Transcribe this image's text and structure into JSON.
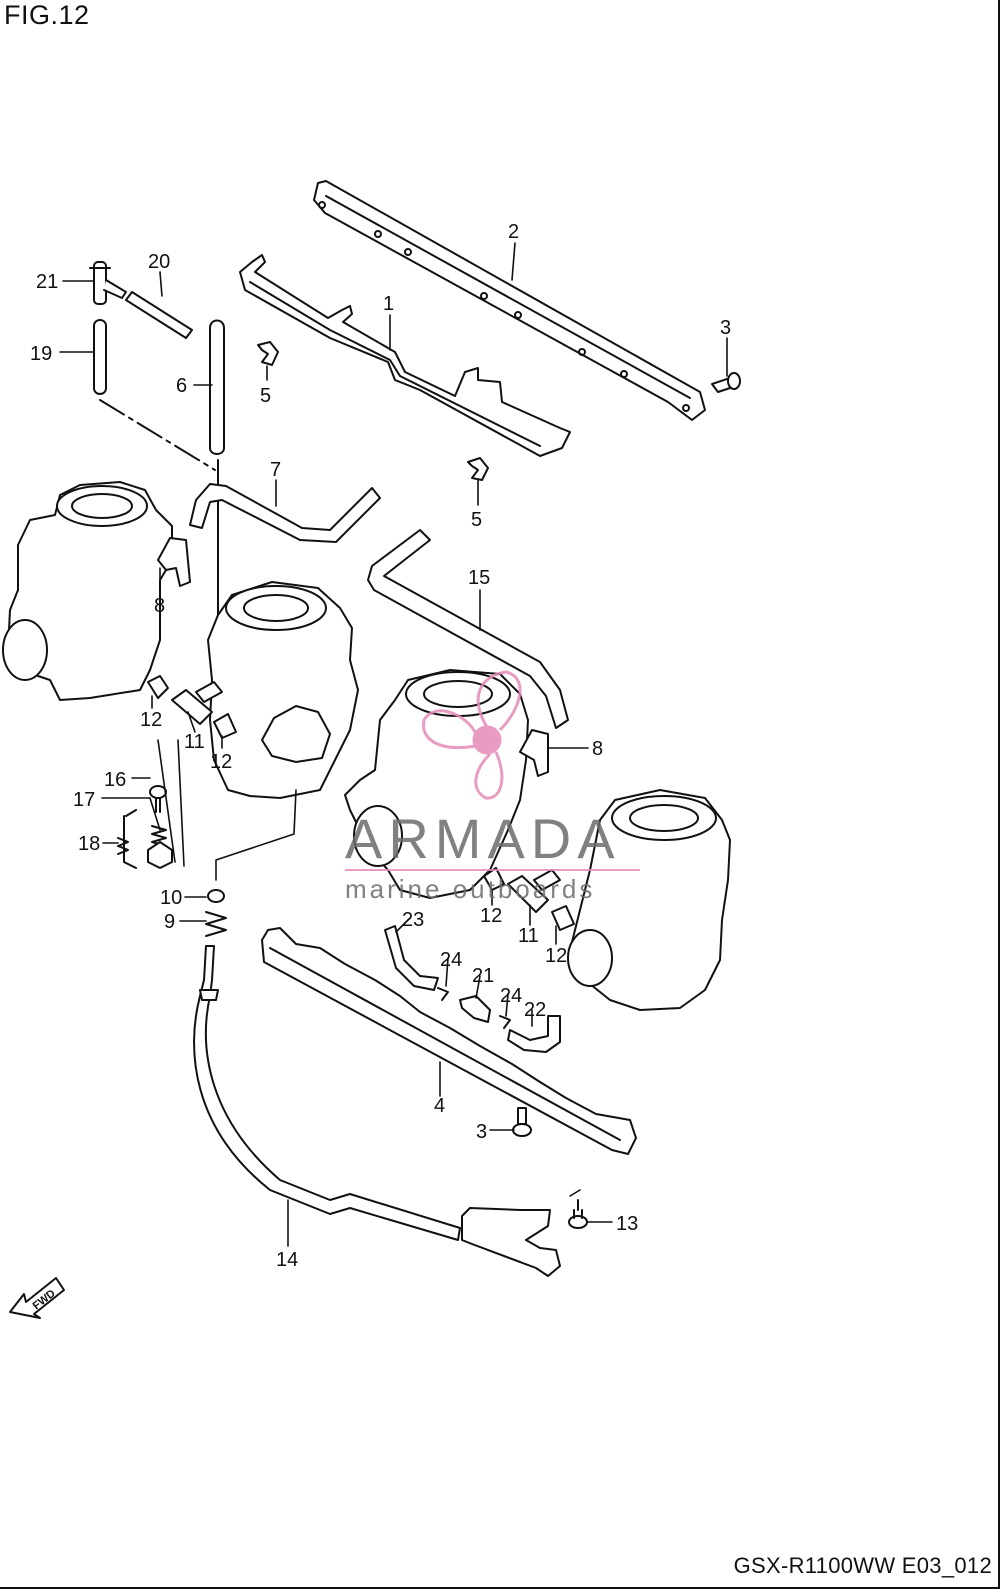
{
  "figure": {
    "title": "FIG.12",
    "code": "GSX-R1100WW E03_012"
  },
  "callouts": [
    {
      "id": "c1",
      "label": "1"
    },
    {
      "id": "c2",
      "label": "2"
    },
    {
      "id": "c3a",
      "label": "3"
    },
    {
      "id": "c3b",
      "label": "3"
    },
    {
      "id": "c4",
      "label": "4"
    },
    {
      "id": "c5a",
      "label": "5"
    },
    {
      "id": "c5b",
      "label": "5"
    },
    {
      "id": "c6",
      "label": "6"
    },
    {
      "id": "c7",
      "label": "7"
    },
    {
      "id": "c8a",
      "label": "8"
    },
    {
      "id": "c8b",
      "label": "8"
    },
    {
      "id": "c9",
      "label": "9"
    },
    {
      "id": "c10",
      "label": "10"
    },
    {
      "id": "c11a",
      "label": "11"
    },
    {
      "id": "c11b",
      "label": "11"
    },
    {
      "id": "c12a",
      "label": "12"
    },
    {
      "id": "c12b",
      "label": "12"
    },
    {
      "id": "c12c",
      "label": "12"
    },
    {
      "id": "c12d",
      "label": "12"
    },
    {
      "id": "c13",
      "label": "13"
    },
    {
      "id": "c14",
      "label": "14"
    },
    {
      "id": "c15",
      "label": "15"
    },
    {
      "id": "c16",
      "label": "16"
    },
    {
      "id": "c17",
      "label": "17"
    },
    {
      "id": "c18",
      "label": "18"
    },
    {
      "id": "c19",
      "label": "19"
    },
    {
      "id": "c20",
      "label": "20"
    },
    {
      "id": "c21a",
      "label": "21"
    },
    {
      "id": "c21b",
      "label": "21"
    },
    {
      "id": "c22",
      "label": "22"
    },
    {
      "id": "c23",
      "label": "23"
    },
    {
      "id": "c24a",
      "label": "24"
    },
    {
      "id": "c24b",
      "label": "24"
    }
  ],
  "watermark": {
    "brand": "ARMADA",
    "tagline": "marine outboards",
    "accent_color": "#e58bb8"
  },
  "direction_arrow": {
    "label": "FWD"
  },
  "colors": {
    "line": "#111111",
    "background": "#ffffff"
  }
}
